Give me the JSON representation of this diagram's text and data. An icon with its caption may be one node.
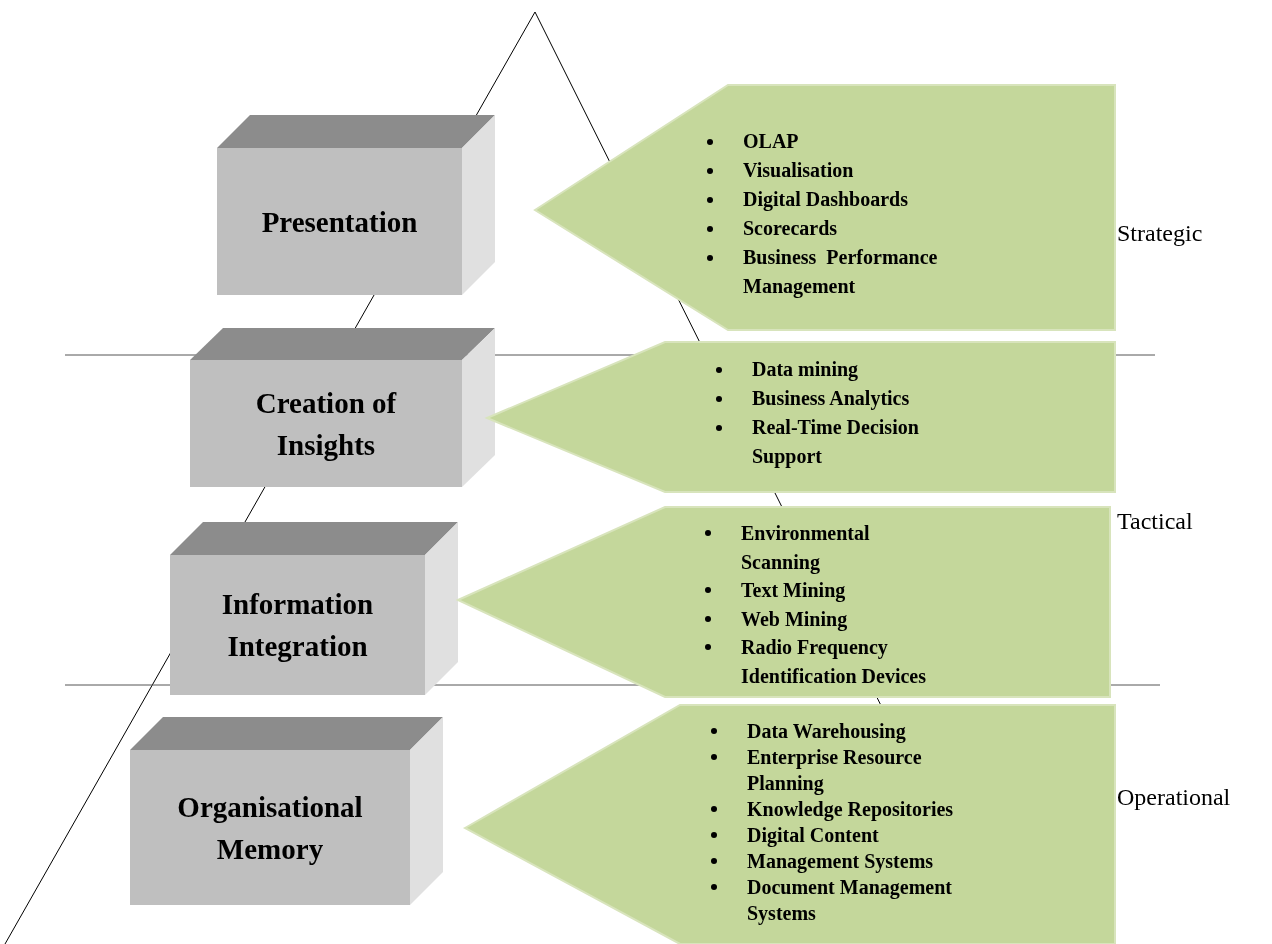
{
  "diagram": {
    "nodes": [
      {
        "text": [
          "Presentation"
        ]
      },
      {
        "text": [
          "OLAP",
          "Visualisation",
          "Digital Dashboards",
          "Scorecards",
          "Business  Performance Management"
        ]
      },
      {
        "text": [
          "Creation of Insights"
        ]
      },
      {
        "text": [
          "Data mining",
          "Business Analytics",
          "Real-Time Decision Support"
        ]
      },
      {
        "text": [
          "Information Integration"
        ]
      },
      {
        "text": [
          "Environmental Scanning",
          "Text Mining",
          "Web Mining",
          "Radio Frequency Identification Devices"
        ]
      },
      {
        "text": [
          "Organisational Memory"
        ]
      },
      {
        "text": [
          "Data Warehousing",
          "Enterprise Resource Planning",
          "Knowledge Repositories",
          "Digital Content",
          "Management Systems",
          "Document Management Systems"
        ]
      }
    ],
    "labels": [
      "Strategic",
      "Tactical",
      "Operational"
    ]
  }
}
